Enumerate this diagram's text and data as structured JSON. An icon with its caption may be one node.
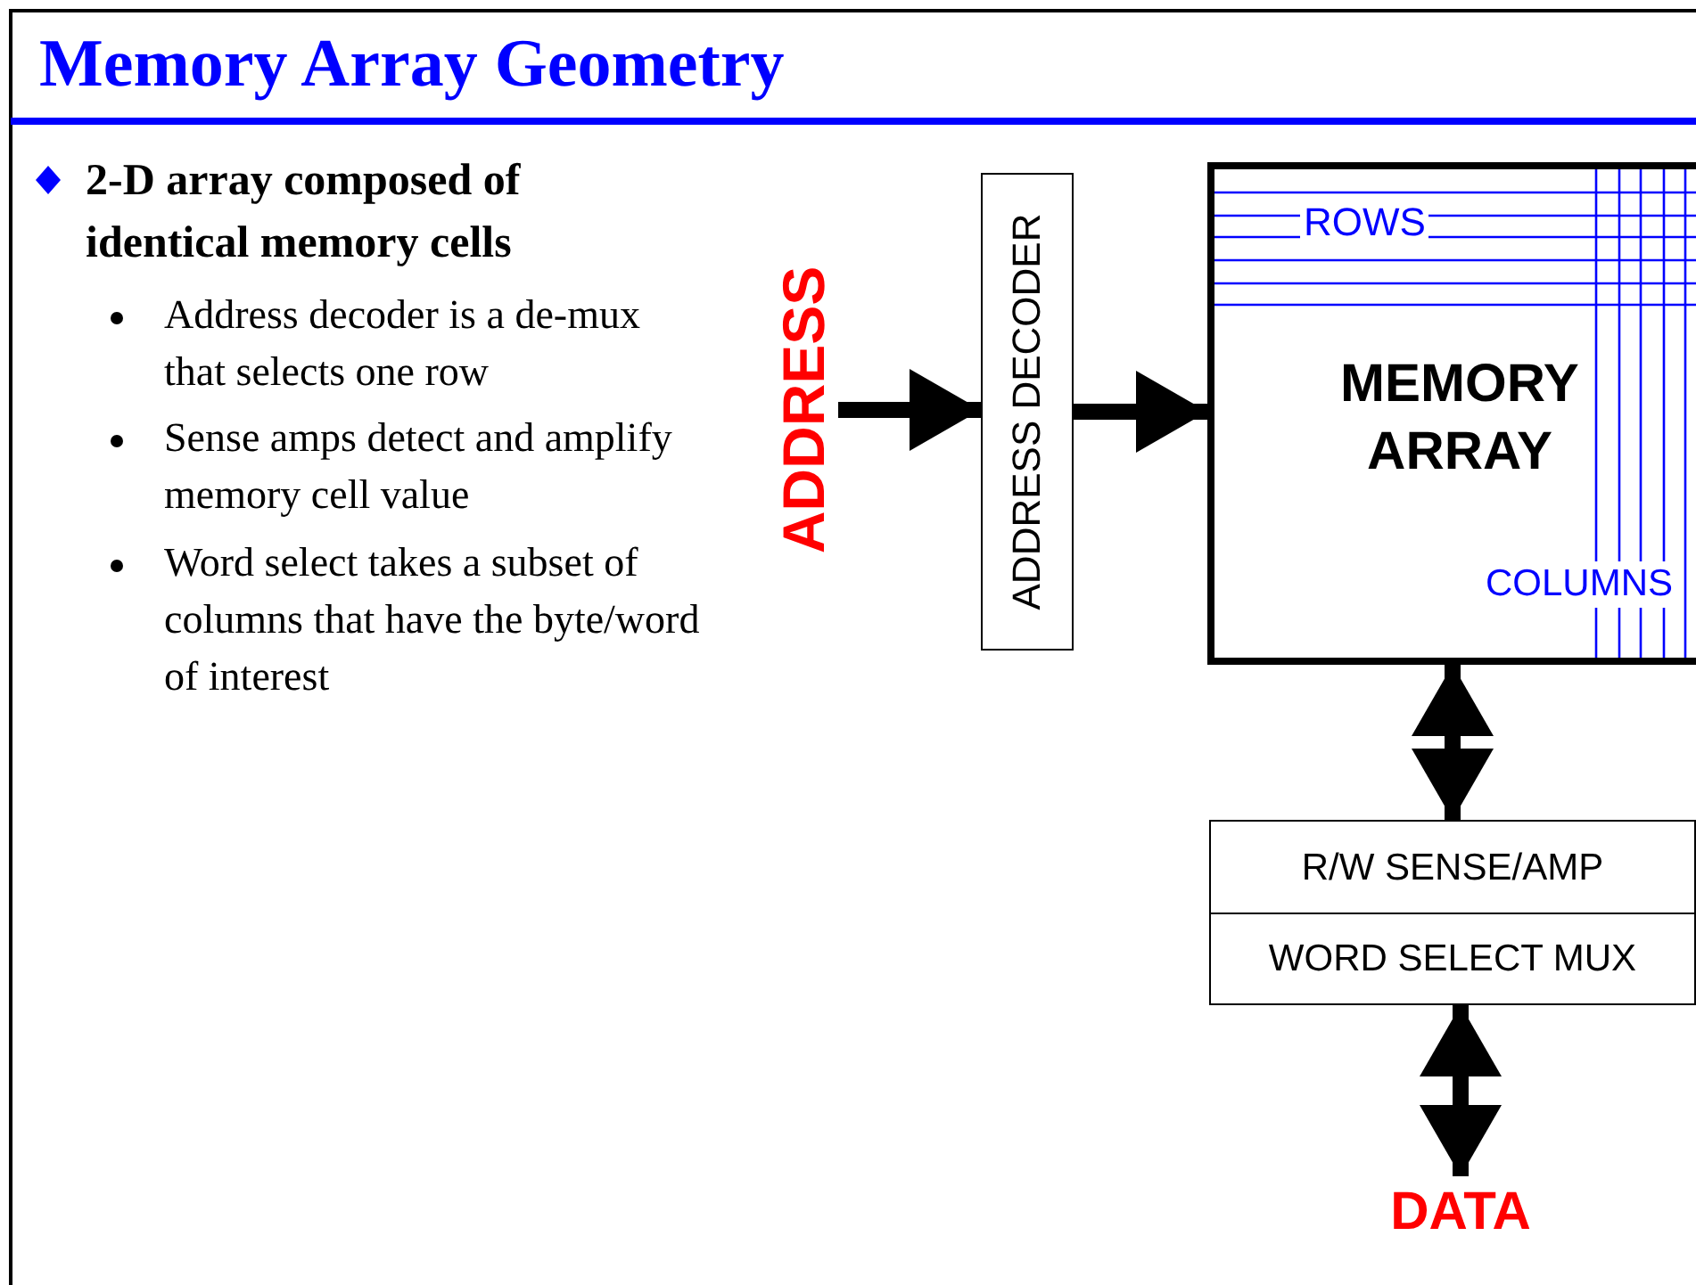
{
  "diagram": {
    "title": "Memory Array Geometry",
    "nodes": [
      {
        "text": [
          "ADDRESS"
        ]
      },
      {
        "text": [
          "ADDRESS DECODER"
        ]
      },
      {
        "text": [
          "ROWS",
          "MEMORY ARRAY",
          "COLUMNS"
        ]
      },
      {
        "text": [
          "R/W SENSE/AMP"
        ]
      },
      {
        "text": [
          "WORD SELECT MUX"
        ]
      },
      {
        "text": [
          "DATA"
        ]
      }
    ],
    "edges": [
      {
        "from": 0,
        "to": 1,
        "arrow": "to"
      },
      {
        "from": 1,
        "to": 2,
        "arrow": "to"
      },
      {
        "from": 2,
        "to": 3,
        "arrow": "both"
      },
      {
        "from": 4,
        "to": 5,
        "arrow": "both"
      }
    ],
    "labels": [
      "2-D array composed of identical memory cells",
      "Address decoder is a de-mux that selects one row",
      "Sense amps detect and amplify memory cell value",
      "Word select takes a subset of columns that have the byte/word of interest"
    ]
  }
}
